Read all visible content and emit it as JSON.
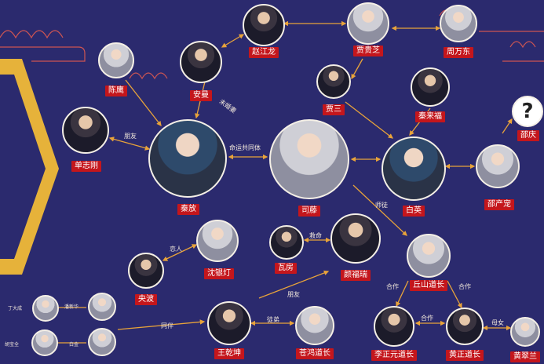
{
  "characters": {
    "zhao_jianglong": "赵江龙",
    "jia_guizhi": "贾贵芝",
    "zhou_wandong": "周万东",
    "chen_ying": "陈鹰",
    "an_man": "安曼",
    "jia_san": "贾三",
    "qin_laifu": "秦来福",
    "shao_qing": "邵庆",
    "shan_zhigang": "单志刚",
    "qin_fang": "秦放",
    "si_teng": "司藤",
    "bai_ying": "白英",
    "shao_yanning": "邵产宠",
    "shen_yinlian": "沈银灯",
    "wa_fang": "瓦房",
    "yan_fuwei": "颜福瑞",
    "qiu_shan": "丘山道长",
    "yang_bo": "央波",
    "wang_qiankun": "王乾坤",
    "cang_hong": "苍鸿道长",
    "li_zhengyuan": "李正元道长",
    "huang_zhengyuan": "黄正道长",
    "huang_cuilan": "黄翠兰",
    "small_1": "丁大成",
    "small_2": "潘新华",
    "small_3": "胡宝全",
    "small_4": "白金"
  },
  "relations": {
    "friend": "朋友",
    "fiancee": "未婚妻",
    "fate": "命运共同体",
    "master": "师徒",
    "lover": "恋人",
    "favor": "救命",
    "friend2": "朋友",
    "partner": "同伴",
    "disciple": "徒弟",
    "coop1": "合作",
    "coop2": "合作",
    "coop3": "合作",
    "mother": "母女"
  }
}
